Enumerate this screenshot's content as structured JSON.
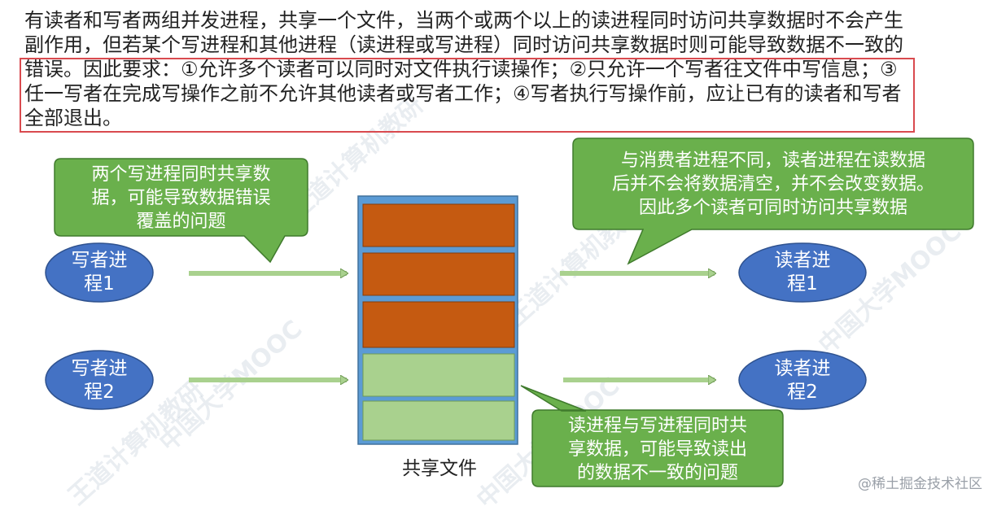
{
  "intro": "有读者和写者两组并发进程，共享一个文件，当两个或两个以上的读进程同时访问共享数据时不会产生副作用，但若某个写进程和其他进程（读进程或写进程）同时访问共享数据时则可能导致数据不一致的错误。因此要求：①允许多个读者可以同时对文件执行读操作；②只允许一个写者往文件中写信息；③任一写者在完成写操作之前不允许其他读者或写者工作；④写者执行写操作前，应让已有的读者和写者全部退出。",
  "callouts": {
    "writers_conflict": [
      "两个写进程同时共享数",
      "据，可能导致数据错误",
      "覆盖的问题"
    ],
    "readers_note": [
      "与消费者进程不同，读者进程在读数据",
      "后并不会将数据清空，并不会改变数据。",
      "因此多个读者可同时访问共享数据"
    ],
    "read_write_conflict": [
      "读进程与写进程同时共",
      "享数据，可能导致读出",
      "的数据不一致的问题"
    ]
  },
  "processes": {
    "writer1": [
      "写者进",
      "程1"
    ],
    "writer2": [
      "写者进",
      "程2"
    ],
    "reader1": [
      "读者进",
      "程1"
    ],
    "reader2": [
      "读者进",
      "程2"
    ]
  },
  "file_label": "共享文件",
  "credit": "@稀土掘金技术社区",
  "watermarks": [
    "王道计算机教研",
    "中国大学MOOC"
  ],
  "colors": {
    "callout_fill": "#6ab04c",
    "callout_border": "#3f7a2c",
    "ellipse_fill": "#4472c4",
    "block_written": "#c55a11",
    "block_empty": "#a9d18e",
    "file_frame": "#5b9bd5",
    "arrow": "#a9d18e",
    "highlight": "#d94a4f"
  }
}
